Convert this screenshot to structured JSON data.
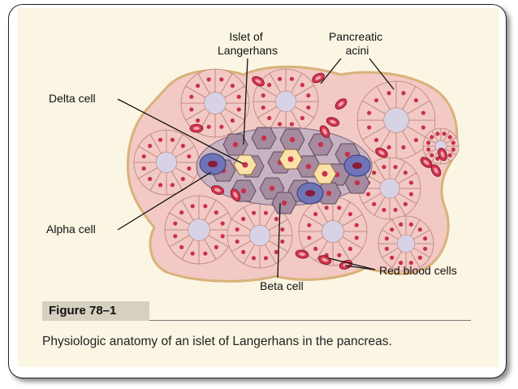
{
  "labels": {
    "islet": [
      "Islet of",
      "Langerhans"
    ],
    "acini": [
      "Pancreatic",
      "acini"
    ],
    "delta": "Delta cell",
    "alpha": "Alpha cell",
    "beta": "Beta cell",
    "rbc": "Red blood cells"
  },
  "figure": {
    "label": "Figure 78–1",
    "caption": "Physiologic anatomy of an islet of Langerhans in the pancreas."
  },
  "colors": {
    "panel": "#fbf5e3",
    "tissue_outline": "#d9b27a",
    "acinar_cell": "#f2c9c4",
    "acinar_center": "#d8d2e6",
    "nucleus": "#c9304a",
    "beta_cell": "#a58ba0",
    "delta_cell": "#fbe1a8",
    "alpha_cell": "#6f74b6",
    "red_blood_cell": "#d4344e"
  }
}
